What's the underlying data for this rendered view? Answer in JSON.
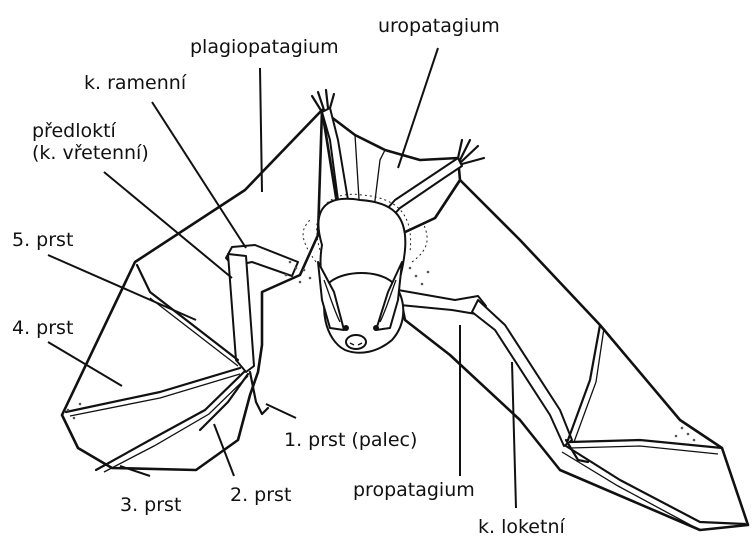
{
  "labels": {
    "plagiopatagium": "plagiopatagium",
    "uropatagium": "uropatagium",
    "k_ramenni": "k. ramenní",
    "predlokti_1": "předloktí",
    "predlokti_2": "(k. vřetenní)",
    "prst5": "5. prst",
    "prst4": "4. prst",
    "prst1": "1. prst (palec)",
    "prst3": "3. prst",
    "prst2": "2. prst",
    "propatagium": "propatagium",
    "k_loketni": "k. loketní"
  }
}
